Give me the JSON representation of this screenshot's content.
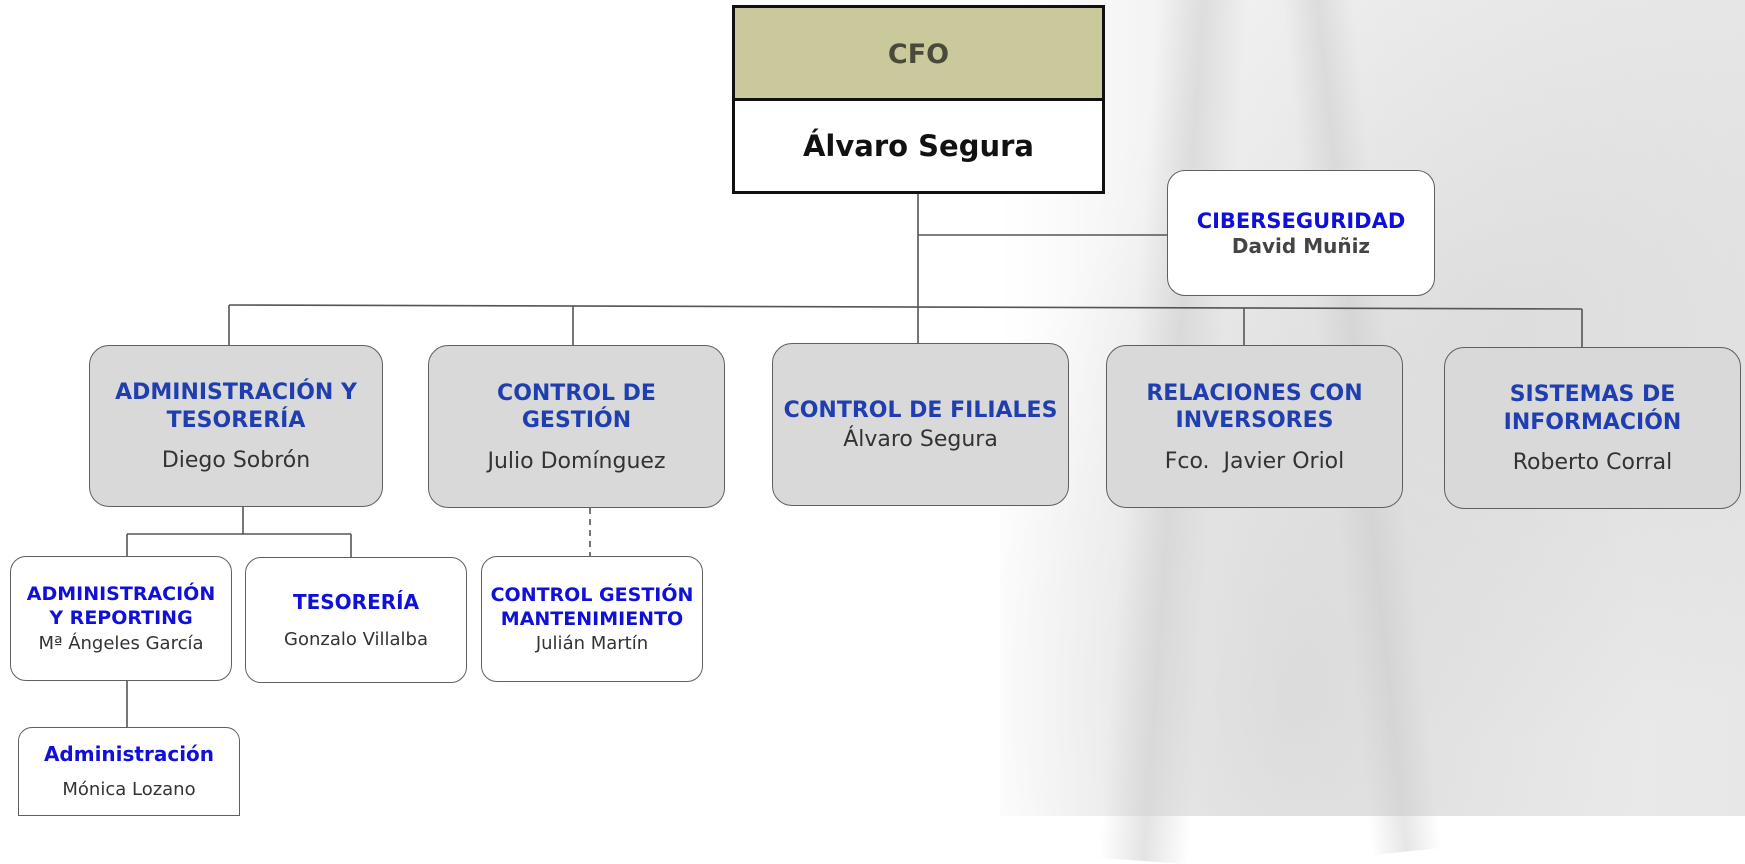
{
  "cfo": {
    "title": "CFO",
    "name": "Álvaro Segura"
  },
  "ciberseguridad": {
    "title": "CIBERSEGURIDAD",
    "name": "David Muñiz"
  },
  "departments": [
    {
      "title_l1": "ADMINISTRACIÓN Y",
      "title_l2": "TESORERÍA",
      "name": "Diego Sobrón"
    },
    {
      "title_l1": "CONTROL DE",
      "title_l2": "GESTIÓN",
      "name": "Julio Domínguez"
    },
    {
      "title_l1": "CONTROL DE FILIALES",
      "name": "Álvaro Segura"
    },
    {
      "title_l1": "RELACIONES CON",
      "title_l2": "INVERSORES",
      "name": "Fco.  Javier Oriol"
    },
    {
      "title_l1": "SISTEMAS DE",
      "title_l2": "INFORMACIÓN",
      "name": "Roberto Corral"
    }
  ],
  "subunits": [
    {
      "title_l1": "ADMINISTRACIÓN",
      "title_l2": "Y REPORTING",
      "name": "Mª Ángeles García"
    },
    {
      "title_l1": "TESORERÍA",
      "name": "Gonzalo Villalba"
    },
    {
      "title_l1": "CONTROL GESTIÓN",
      "title_l2": "MANTENIMIENTO",
      "name": "Julián Martín"
    },
    {
      "title_l1": "Administración",
      "name": "Mónica Lozano"
    }
  ],
  "colors": {
    "cfo_header": "#c9c99b",
    "department_fill": "#d9d9d9",
    "department_title": "#1f3fb0",
    "subunit_title": "#1010d8",
    "connector": "#555555"
  }
}
